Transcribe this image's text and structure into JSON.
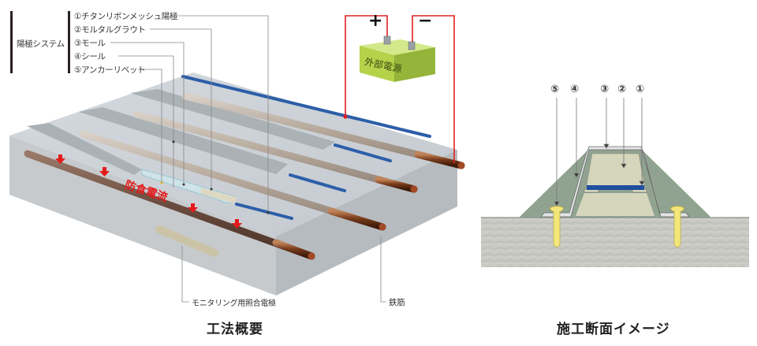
{
  "legend": {
    "group_label": "陽極システム",
    "items": [
      {
        "num": "①",
        "label": "チタンリボンメッシュ陽極"
      },
      {
        "num": "②",
        "label": "モルタルグラウト"
      },
      {
        "num": "③",
        "label": "モール"
      },
      {
        "num": "④",
        "label": "シール"
      },
      {
        "num": "⑤",
        "label": "アンカーリベット"
      }
    ]
  },
  "power_supply": {
    "label": "外部電源",
    "plus": "+",
    "minus": "−"
  },
  "current_label": "防食電流",
  "monitoring_label": "モニタリング用照合電極",
  "rebar_label": "鉄筋",
  "left_caption": "工法概要",
  "right_caption": "施工断面イメージ",
  "section_markers": [
    "⑤",
    "④",
    "③",
    "②",
    "①"
  ],
  "colors": {
    "wire": "#e02020",
    "mesh": "#2c5ea8",
    "rebar": "#6b3a22",
    "power_box": "#b4d24a",
    "seal": "#90a390",
    "mortar": "#d6d6bd",
    "anchor": "#f3e67a",
    "concrete": "#c8c8c8"
  }
}
